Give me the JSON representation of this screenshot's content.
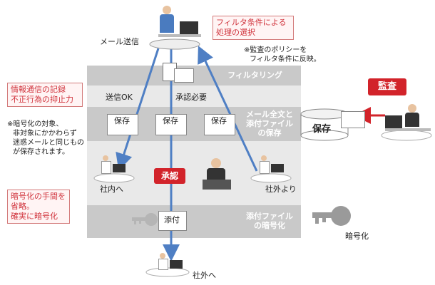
{
  "top": {
    "mail_send_label": "メール送信",
    "filter_callout": [
      "フィルタ条件による",
      "処理の選択"
    ],
    "policy_note": [
      "※監査のポリシーを",
      "フィルタ条件に反映。"
    ]
  },
  "bands": {
    "filtering": "フィルタリング",
    "save_label": [
      "メール全文と",
      "添付ファイル",
      "の保存"
    ],
    "encrypt_label": [
      "添付ファイル",
      "の暗号化"
    ]
  },
  "flow": {
    "send_ok": "送信OK",
    "approval_required": "承認必要",
    "save_box_1": "保存",
    "save_box_2": "保存",
    "save_box_3": "保存",
    "approve": "承認",
    "attach": "添付",
    "internal_to": "社内へ",
    "external_from": "社外より",
    "external_to": "社外へ"
  },
  "left_notes": {
    "record_callout": [
      "情報通信の記録",
      "不正行為の抑止力"
    ],
    "encrypt_note": [
      "※暗号化の対象、",
      "非対象にかかわらず",
      "迷惑メールと同じもの",
      "が保存されます。"
    ],
    "encrypt_callout": [
      "暗号化の手間を",
      "省略。",
      "確実に暗号化"
    ]
  },
  "right": {
    "audit": "監査",
    "storage": "保存",
    "encryption": "暗号化"
  },
  "colors": {
    "accent_red": "#d2232a",
    "arrow_blue": "#4f7fc4",
    "band_dark": "#c9c9c9",
    "band_light": "#e9e9e9"
  }
}
